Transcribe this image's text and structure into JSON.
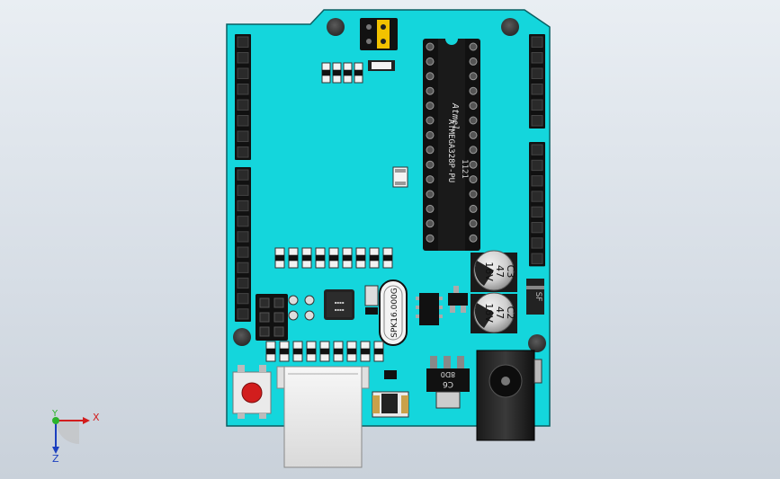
{
  "board": {
    "chip_brand": "Atmel",
    "chip_date": "1121",
    "chip_model": "ATMEGA328P-PU",
    "crystal": "SPK16.000G",
    "cap1_code": "C2",
    "cap1_value": "47",
    "cap1_voltage": "16V",
    "cap2_code": "C3",
    "cap2_value": "47",
    "cap2_voltage": "16V",
    "regulator_code": "C6",
    "regulator_id": "8D0",
    "diode_label": "SF"
  },
  "triad": {
    "x_label": "X",
    "y_label": "Y",
    "z_label": "Z"
  },
  "colors": {
    "pcb": "#14d6dc",
    "header": "#111111",
    "jumper": "#f2c200",
    "reset_button": "#d21d1d",
    "background_top": "#e9eef3"
  }
}
